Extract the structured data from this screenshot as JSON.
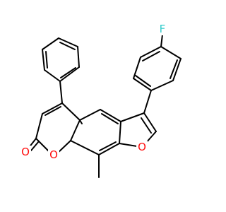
{
  "molecule": {
    "atoms": [
      {
        "id": "f",
        "symbol": "F",
        "color": "#33cccc"
      },
      {
        "id": "o_furan",
        "symbol": "O",
        "color": "#ff0d0d"
      },
      {
        "id": "o_ring",
        "symbol": "O",
        "color": "#ff0d0d"
      },
      {
        "id": "o_carbonyl",
        "symbol": "O",
        "color": "#ff0d0d"
      }
    ],
    "bond_color": "#000000"
  }
}
